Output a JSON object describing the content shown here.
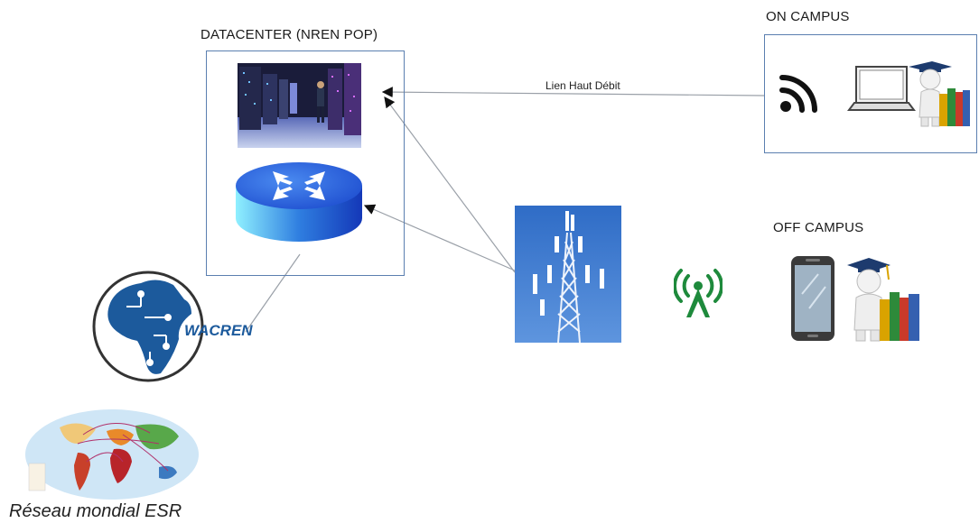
{
  "datacenter": {
    "title": "DATACENTER (NREN POP)"
  },
  "on_campus": {
    "title": "ON CAMPUS"
  },
  "off_campus": {
    "title": "OFF CAMPUS"
  },
  "link": {
    "label": "Lien Haut Débit"
  },
  "wacren": {
    "logo_text": "WACREN"
  },
  "world": {
    "caption": "Réseau mondial ESR"
  },
  "colors": {
    "box_border": "#5b7fb0",
    "router_blue": "#1f5fd6",
    "wacren_blue": "#1c5a9c",
    "tower_sky": "#3d7bd0",
    "antenna_green": "#1e8a3c"
  }
}
